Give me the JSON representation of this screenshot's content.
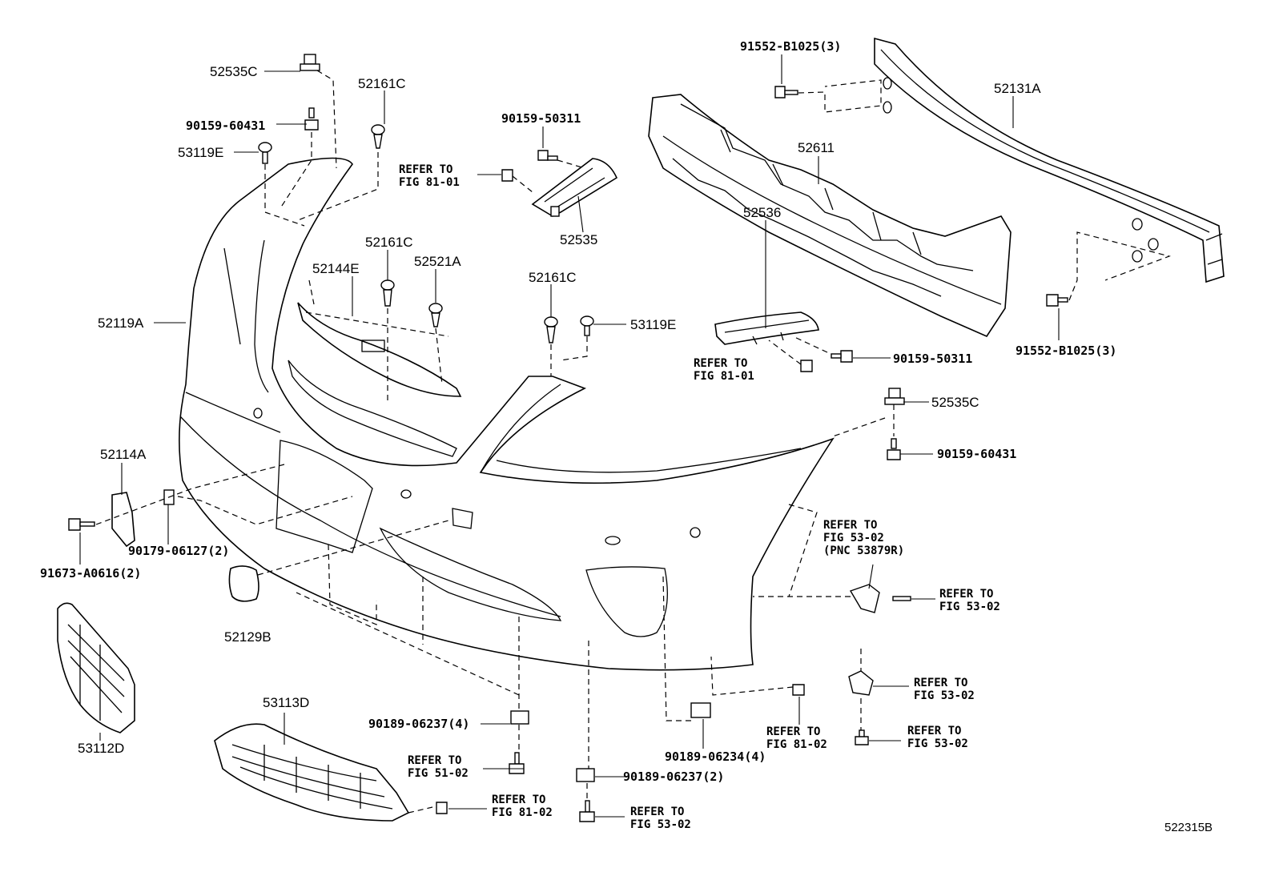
{
  "diagram": {
    "id_label": "522315B",
    "parts": {
      "p52535C_top": "52535C",
      "p90159_60431_top": "90159-60431",
      "p53119E_top": "53119E",
      "p52161C_top": "52161C",
      "p90159_50311_top": "90159-50311",
      "p52535": "52535",
      "p91552_top": "91552-B1025(3)",
      "p52131A": "52131A",
      "p52611": "52611",
      "p52144E": "52144E",
      "p52161C_mid": "52161C",
      "p52521A": "52521A",
      "p52119A": "52119A",
      "p52161C_right": "52161C",
      "p53119E_right": "53119E",
      "p52536": "52536",
      "p90159_50311_right": "90159-50311",
      "p91552_right": "91552-B1025(3)",
      "p52535C_right": "52535C",
      "p90159_60431_right": "90159-60431",
      "p52114A": "52114A",
      "p90179": "90179-06127(2)",
      "p91673": "91673-A0616(2)",
      "p52129B": "52129B",
      "p53112D": "53112D",
      "p53113D": "53113D",
      "p90189_06237_4": "90189-06237(4)",
      "p90189_06237_2": "90189-06237(2)",
      "p90189_06234_4": "90189-06234(4)"
    },
    "refs": {
      "r1_a": "REFER TO",
      "r1_b": "FIG 81-01",
      "r2_a": "REFER TO",
      "r2_b": "FIG 81-01",
      "r3_a": "REFER TO",
      "r3_b": "FIG 53-02",
      "r3_c": "(PNC 53879R)",
      "r4_a": "REFER TO",
      "r4_b": "FIG 53-02",
      "r5_a": "REFER TO",
      "r5_b": "FIG 53-02",
      "r6_a": "REFER TO",
      "r6_b": "FIG 81-02",
      "r7_a": "REFER TO",
      "r7_b": "FIG 53-02",
      "r8_a": "REFER TO",
      "r8_b": "FIG 51-02",
      "r9_a": "REFER TO",
      "r9_b": "FIG 81-02",
      "r10_a": "REFER TO",
      "r10_b": "FIG 53-02"
    }
  }
}
